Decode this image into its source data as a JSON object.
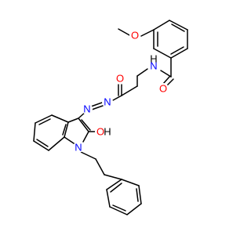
{
  "molecule": {
    "atom_labels": {
      "methoxy_o": "O",
      "amide_n": "N",
      "amide_o": "O",
      "hydrazide_o": "O",
      "azo_n1": "N",
      "azo_n2": "N",
      "enol_o": "O",
      "indole_n": "N"
    },
    "hydrogen_labels": {
      "amide_h": "H",
      "enol_h": "H"
    },
    "colors": {
      "bond": "#000000",
      "oxygen": "#ff0000",
      "nitrogen": "#0000ff",
      "hydrogen": "#000000"
    }
  }
}
